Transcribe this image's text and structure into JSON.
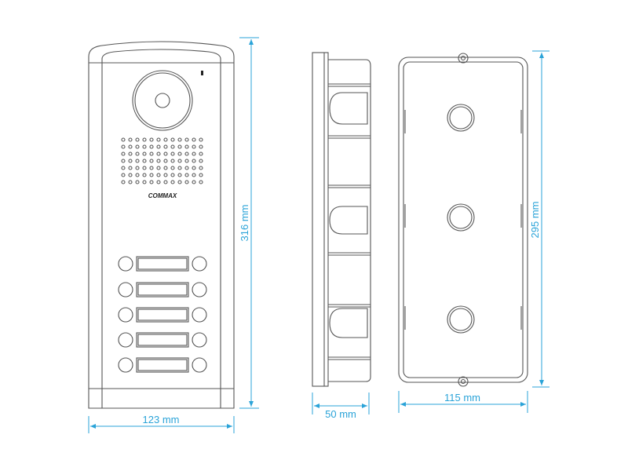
{
  "front_view": {
    "logo": "COMMAX",
    "grille_rows": 7,
    "grille_cols": 12,
    "button_rows": 5
  },
  "side_view": {},
  "back_box": {
    "mounting_holes": 3
  },
  "dimensions": {
    "front_width": "123 mm",
    "front_height": "316 mm",
    "side_depth": "50 mm",
    "box_width": "115 mm",
    "box_height": "295 mm"
  },
  "colors": {
    "dimension": "#2aa3d8",
    "line": "#555555"
  }
}
